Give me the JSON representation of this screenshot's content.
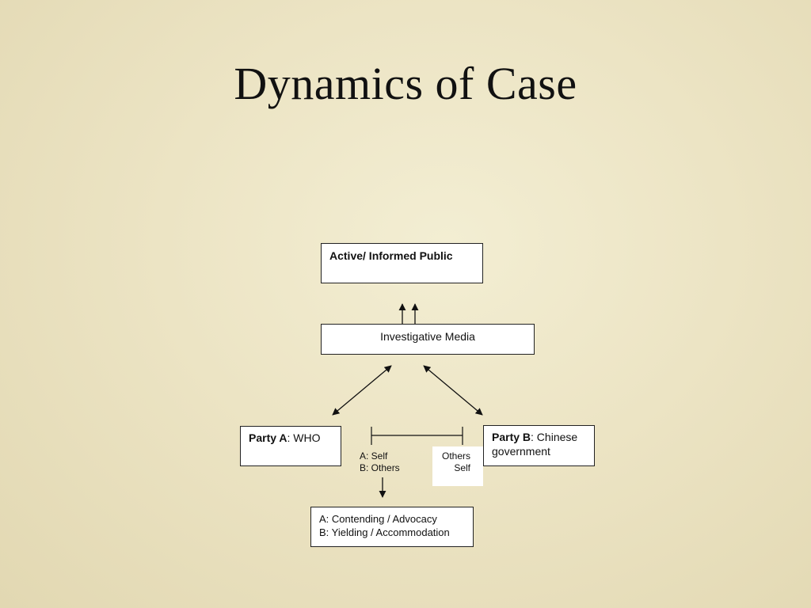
{
  "slide": {
    "title": "Dynamics of Case"
  },
  "boxes": {
    "public": "Active/ Informed Public",
    "media": "Investigative Media",
    "party_a": {
      "name": "Party A",
      "value": ": WHO"
    },
    "party_b": {
      "name": "Party B",
      "value": ": Chinese government"
    },
    "outcome": {
      "line1": "A: Contending / Advocacy",
      "line2": "B: Yielding / Accommodation"
    }
  },
  "scale": {
    "left_line1": "A: Self",
    "left_line2": "B: Others",
    "right_line1": "Others",
    "right_line2": "Self"
  }
}
